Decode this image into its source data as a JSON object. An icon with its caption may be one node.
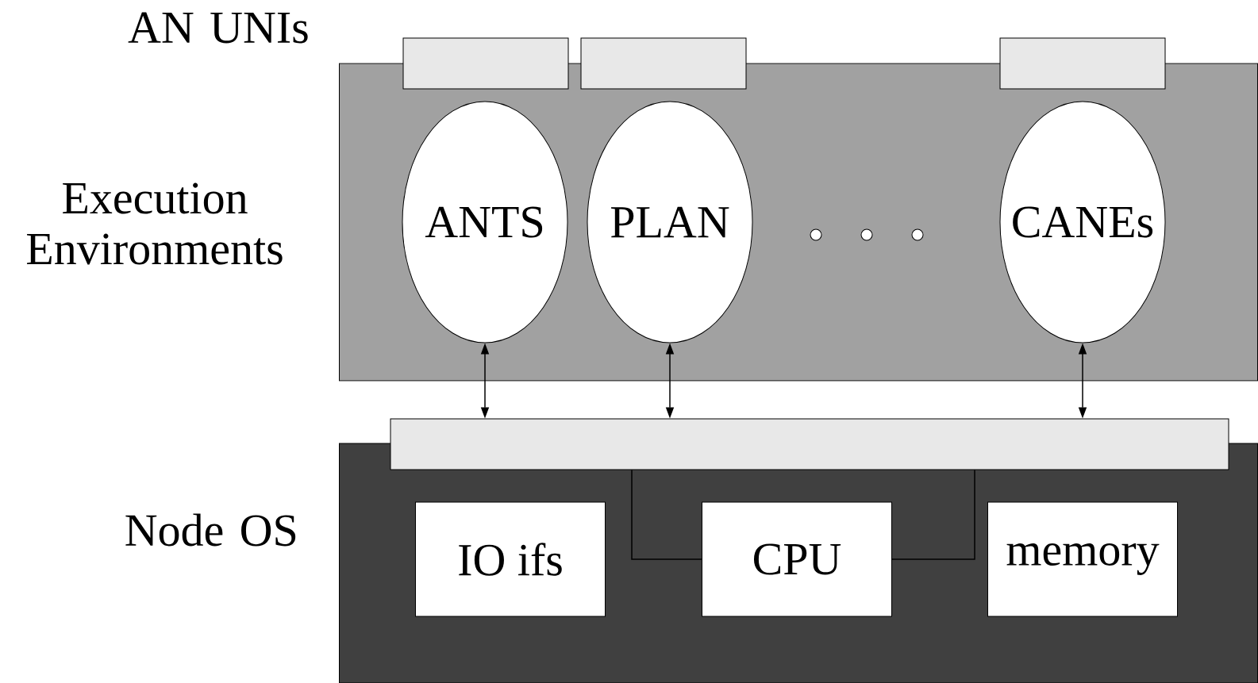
{
  "diagram": {
    "nodes": [
      {
        "text": [],
        "shape": "box"
      },
      {
        "text": [],
        "shape": "box"
      },
      {
        "text": [],
        "shape": "box"
      },
      {
        "text": [],
        "shape": "box"
      },
      {
        "text": [
          "ANTS"
        ],
        "in": 0
      },
      {
        "text": [
          "PLAN"
        ],
        "in": 0
      },
      {
        "text": [
          "CANEs"
        ],
        "in": 0
      },
      {
        "text": [],
        "shape": "box"
      },
      {
        "text": [],
        "shape": "box"
      },
      {
        "text": [
          "IO ifs"
        ],
        "in": 7
      },
      {
        "text": [
          "CPU"
        ],
        "in": 7
      },
      {
        "text": [
          "memory"
        ],
        "in": 7
      }
    ],
    "edges": [
      {
        "from": 4,
        "to": 8,
        "arrow": "both"
      },
      {
        "from": 5,
        "to": 8,
        "arrow": "both"
      },
      {
        "from": 6,
        "to": 8,
        "arrow": "both"
      },
      {
        "from": 8,
        "to": 10,
        "arrow": "none"
      },
      {
        "from": 8,
        "to": 10,
        "arrow": "none"
      }
    ],
    "labels": [
      "AN UNIs",
      "Execution Environments",
      "Node OS"
    ]
  }
}
